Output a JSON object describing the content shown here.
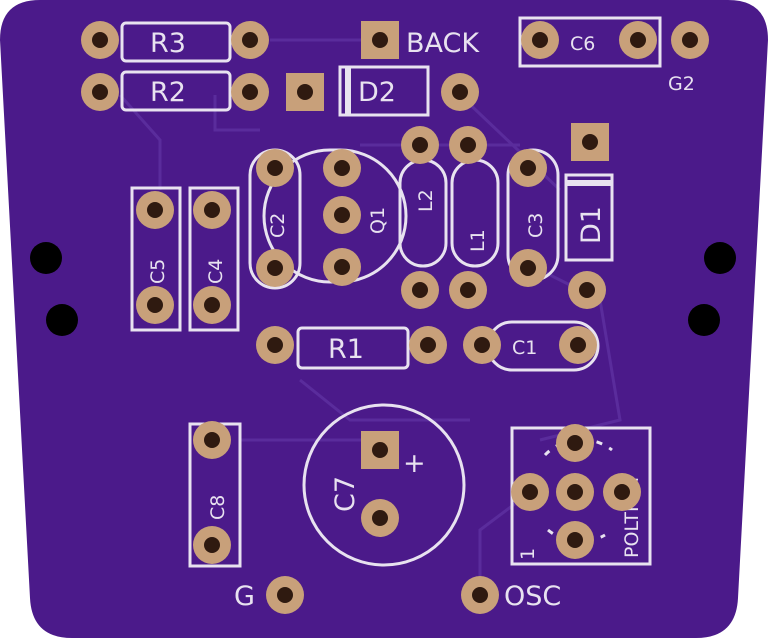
{
  "board": {
    "colors": {
      "soldermask": "#4b1a8a",
      "silkscreen": "#e8e2f0",
      "copper_pad": "#c8a07a",
      "trace": "#5a2c9c",
      "drill": "#2f1a10"
    }
  },
  "labels": {
    "r3": "R3",
    "r2": "R2",
    "d2": "D2",
    "back": "BACK",
    "c6": "C6",
    "g2": "G2",
    "c5": "C5",
    "c4": "C4",
    "c2": "C2",
    "q1": "Q1",
    "l2": "L2",
    "l1": "L1",
    "c3": "C3",
    "d1": "D1",
    "r1": "R1",
    "c1": "C1",
    "c8": "C8",
    "c7": "C7",
    "c7_plus": "+",
    "poltrim": "POLTRIM",
    "poltrim_pin1": "1",
    "g": "G",
    "osc": "OSC"
  }
}
